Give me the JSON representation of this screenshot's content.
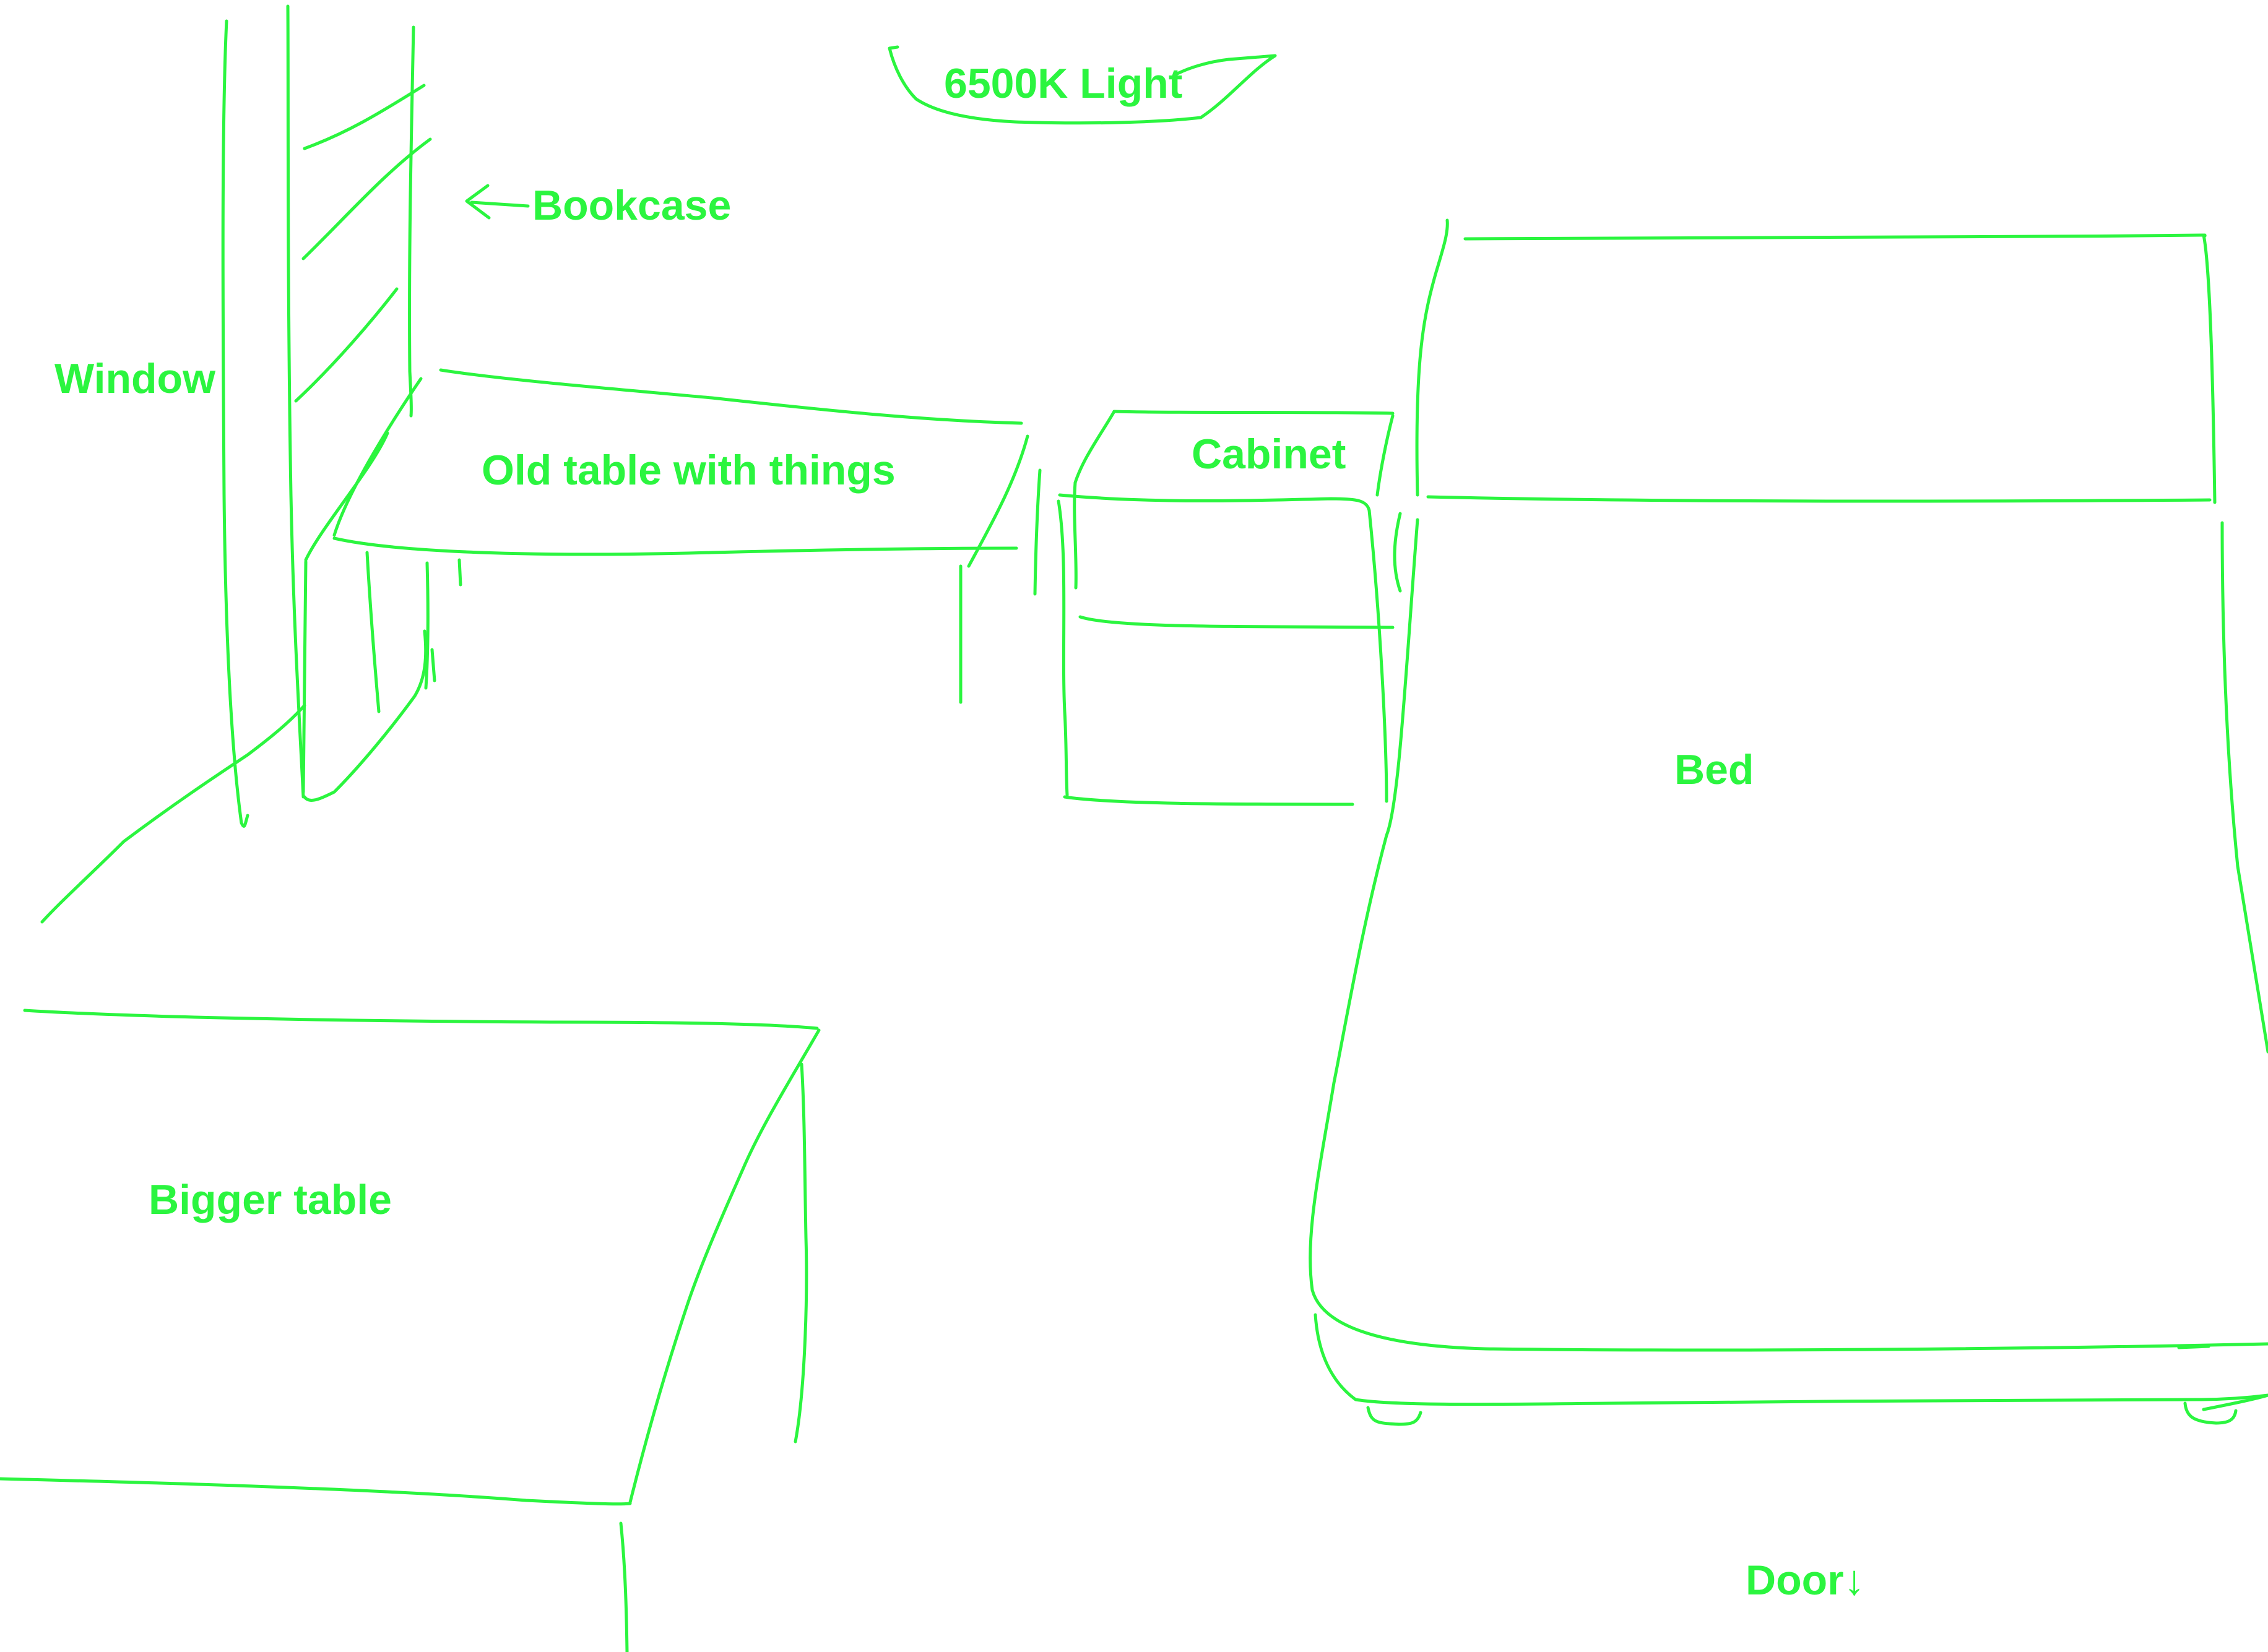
{
  "colors": {
    "ink": "#2bf53f",
    "background": "#ffffff"
  },
  "labels": {
    "light": "6500K Light",
    "bookcase": "Bookcase",
    "window": "Window",
    "old_table": "Old table with things",
    "cabinet": "Cabinet",
    "bed": "Bed",
    "bigger_table": "Bigger table",
    "door": "Door",
    "door_arrow": "↓"
  }
}
